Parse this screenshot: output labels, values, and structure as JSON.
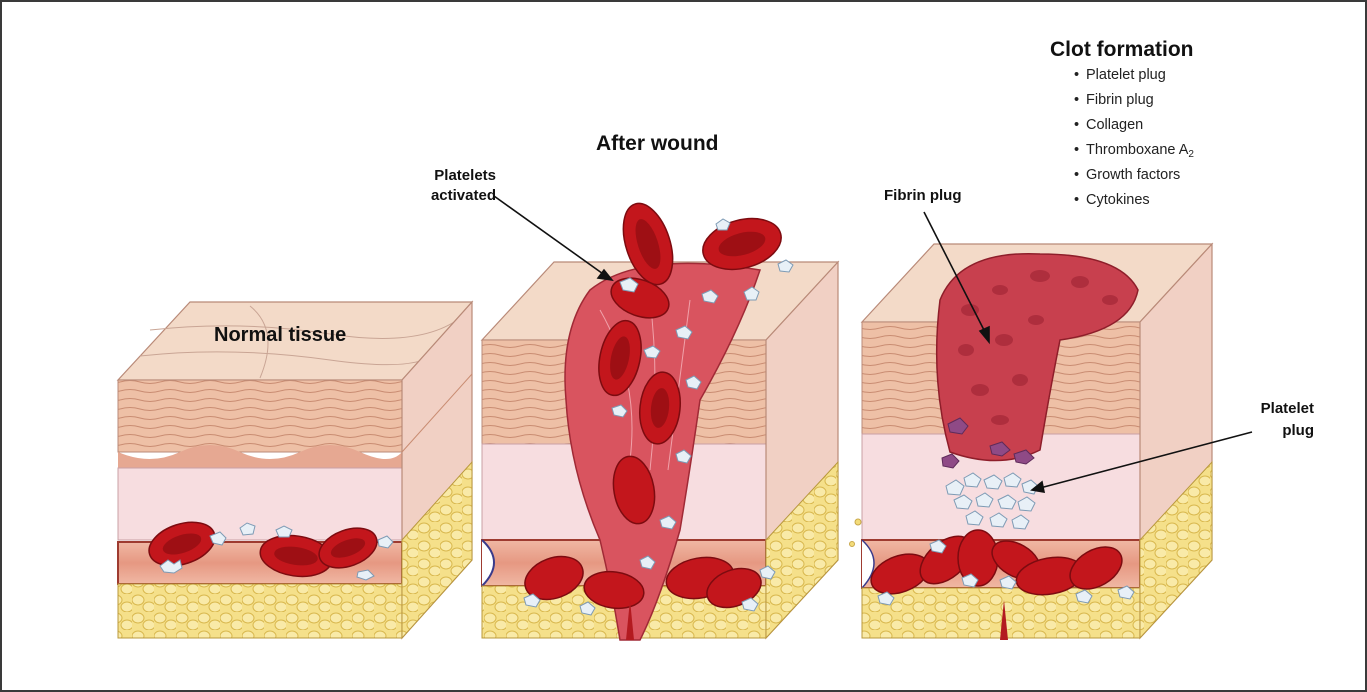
{
  "labels": {
    "after_wound": "After wound",
    "normal_tissue": "Normal tissue",
    "platelets_activated_line1": "Platelets",
    "platelets_activated_line2": "activated",
    "fibrin_plug": "Fibrin plug",
    "platelet_plug_line1": "Platelet",
    "platelet_plug_line2": "plug"
  },
  "clot_formation": {
    "title": "Clot formation",
    "items": [
      {
        "text": "Platelet plug",
        "sub": ""
      },
      {
        "text": "Fibrin plug",
        "sub": ""
      },
      {
        "text": "Collagen",
        "sub": ""
      },
      {
        "text": "Thromboxane A",
        "sub": "2"
      },
      {
        "text": "Growth factors",
        "sub": ""
      },
      {
        "text": "Cytokines",
        "sub": ""
      }
    ]
  },
  "colors": {
    "skin_top": "#f2d6c2",
    "epidermis": "#e8b49a",
    "dermis": "#f6d9dc",
    "fat": "#f3dc7a",
    "vessel": "#e9a58f",
    "rbc": "#c3161c",
    "platelet": "#e8f0f7",
    "wound": "#d9545f",
    "fibrin": "#c8404e",
    "frame": "#3a3a3a"
  }
}
